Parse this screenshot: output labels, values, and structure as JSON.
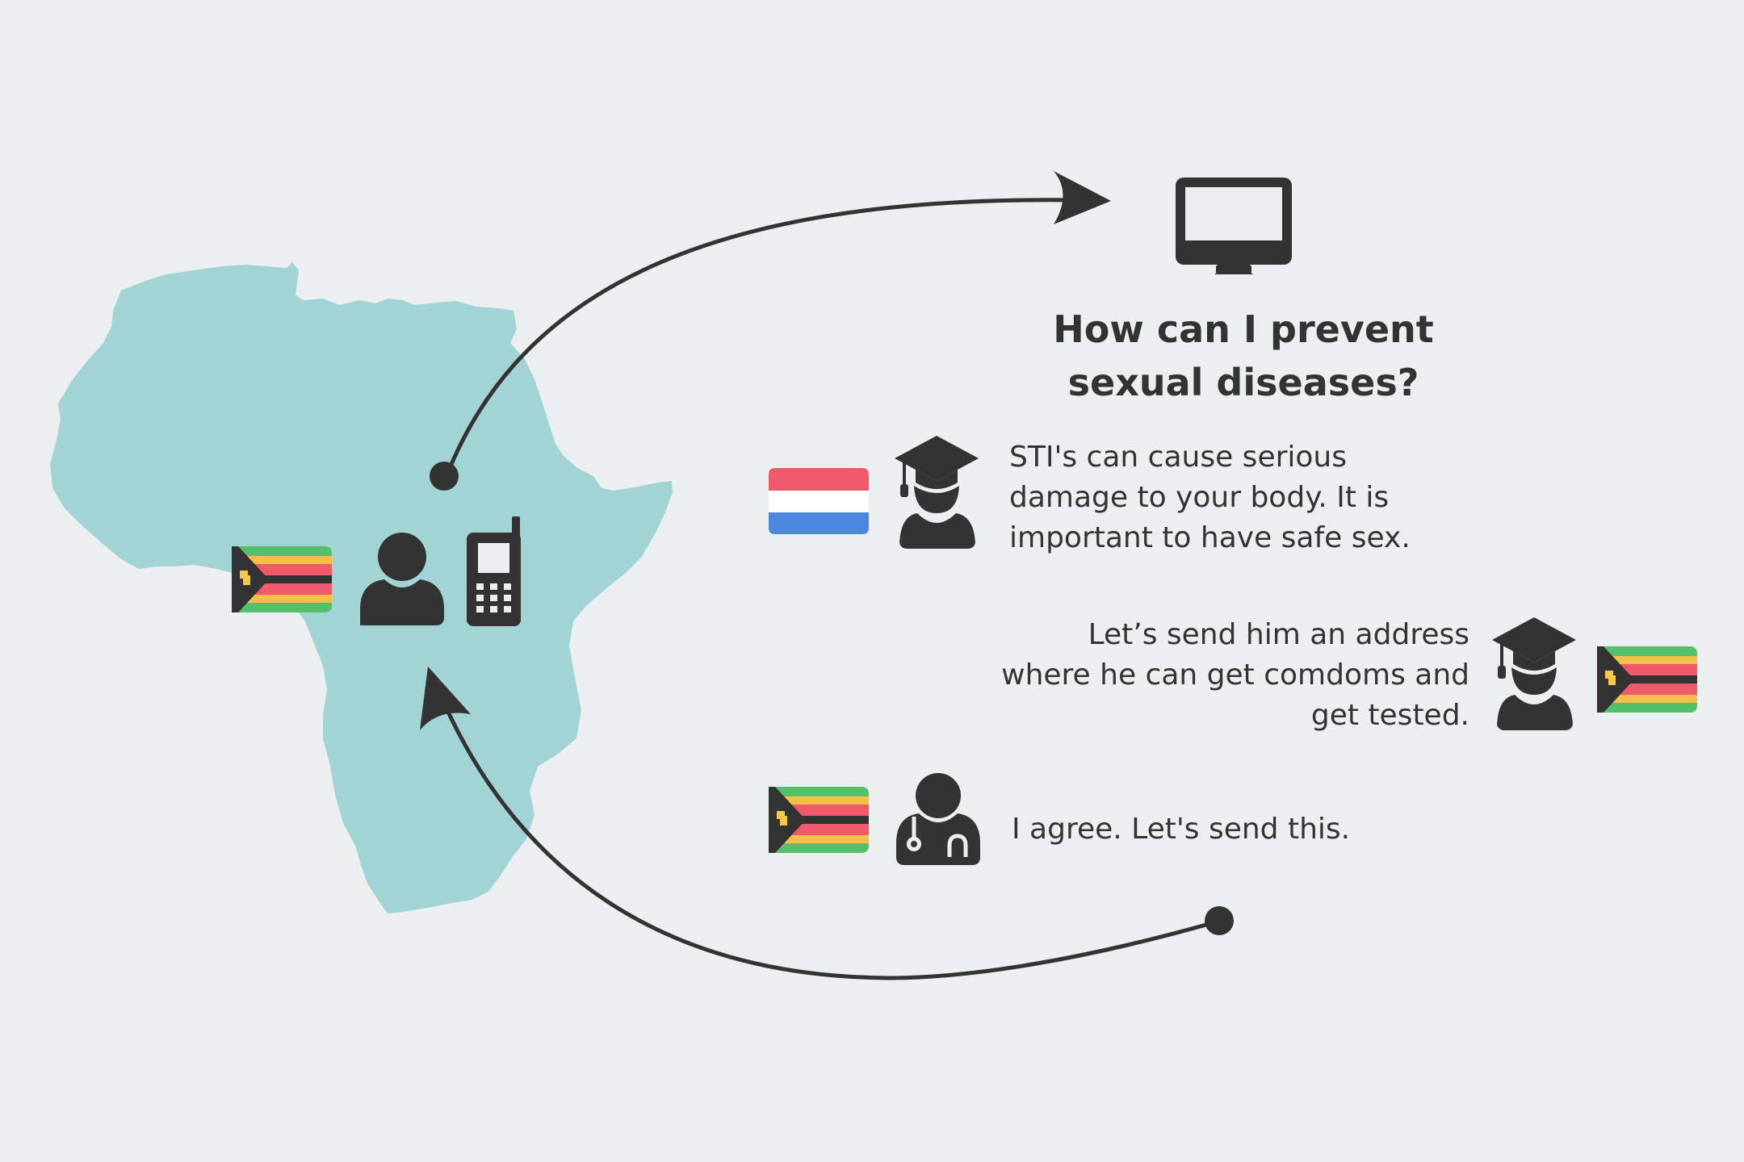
{
  "question": "How can I prevent sexual diseases?",
  "messages": [
    {
      "text": "STI's can cause serious damage to your body. It is important to have safe sex.",
      "speaker": "graduate-icon",
      "flag": "netherlands-flag"
    },
    {
      "text": "Let’s send him an address where he can get comdoms and get tested.",
      "speaker": "graduate-icon",
      "flag": "zimbabwe-flag"
    },
    {
      "text": "I agree. Let's send this.",
      "speaker": "doctor-icon",
      "flag": "zimbabwe-flag"
    }
  ],
  "icons": [
    "monitor-icon",
    "user-icon",
    "mobile-phone-icon",
    "graduate-icon",
    "doctor-icon",
    "africa-map",
    "netherlands-flag",
    "zimbabwe-flag"
  ],
  "colors": {
    "background": "#eceff0",
    "map": "#a2d4d5",
    "ink": "#333333",
    "nl_red": "#ef5a6a",
    "nl_white": "#ffffff",
    "nl_blue": "#4a86dd",
    "zw_green": "#55c06a",
    "zw_yellow": "#f5c04a",
    "zw_red": "#ef5a6a",
    "zw_black": "#333333",
    "zw_emblem": "#f5c84a"
  }
}
